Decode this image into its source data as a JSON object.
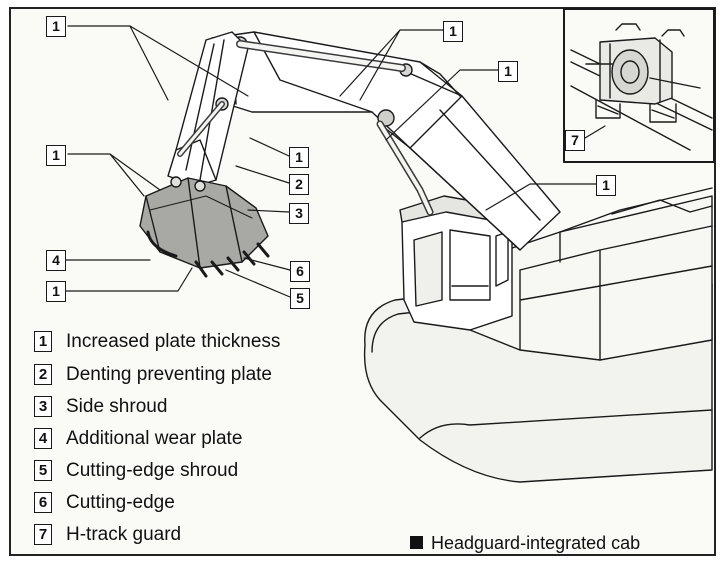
{
  "callouts": [
    "1",
    "2",
    "3",
    "4",
    "5",
    "6",
    "7"
  ],
  "legend": [
    {
      "num": "1",
      "text": "Increased plate thickness"
    },
    {
      "num": "2",
      "text": "Denting preventing plate"
    },
    {
      "num": "3",
      "text": "Side shroud"
    },
    {
      "num": "4",
      "text": "Additional wear plate"
    },
    {
      "num": "5",
      "text": "Cutting-edge shroud"
    },
    {
      "num": "6",
      "text": "Cutting-edge"
    },
    {
      "num": "7",
      "text": "H-track guard"
    }
  ],
  "caption": "Headguard-integrated cab",
  "colors": {
    "line": "#1a1a1a",
    "paper": "#fafaf7",
    "shade": "#cfcfcf",
    "bucket": "#9a9a9a"
  }
}
